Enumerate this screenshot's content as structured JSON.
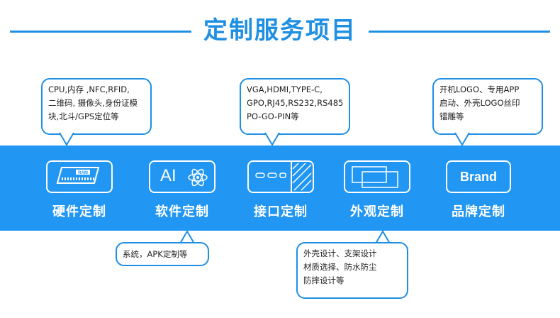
{
  "header": {
    "title": "定制服务项目"
  },
  "categories": [
    {
      "label": "硬件定制",
      "icon": "ram-chip-icon",
      "icon_text": "RAM"
    },
    {
      "label": "软件定制",
      "icon": "ai-atom-icon",
      "icon_text": "AI"
    },
    {
      "label": "接口定制",
      "icon": "port-connector-icon"
    },
    {
      "label": "外观定制",
      "icon": "overlapping-rectangles-icon"
    },
    {
      "label": "品牌定制",
      "icon": "brand-badge-icon",
      "icon_text": "Brand"
    }
  ],
  "bubbles": {
    "hardware": [
      "CPU,内存 ,NFC,RFID,",
      "二维码, 摄像头,身份证模",
      "块,北斗/GPS定位等"
    ],
    "software": [
      "系统，APK定制等"
    ],
    "interface": [
      "VGA,HDMI,TYPE-C,",
      "GPO,RJ45,RS232,RS485",
      "PO-GO-PIN等"
    ],
    "appearance": [
      "外壳设计、支架设计",
      "材质选择、防水防尘",
      "防摔设计等"
    ],
    "brand": [
      "开机LOGO、专用APP",
      "启动、外壳LOGO丝印",
      "镭雕等"
    ]
  },
  "colors": {
    "accent": "#1f8fe3",
    "band": "#2196f3",
    "text": "#222222"
  }
}
